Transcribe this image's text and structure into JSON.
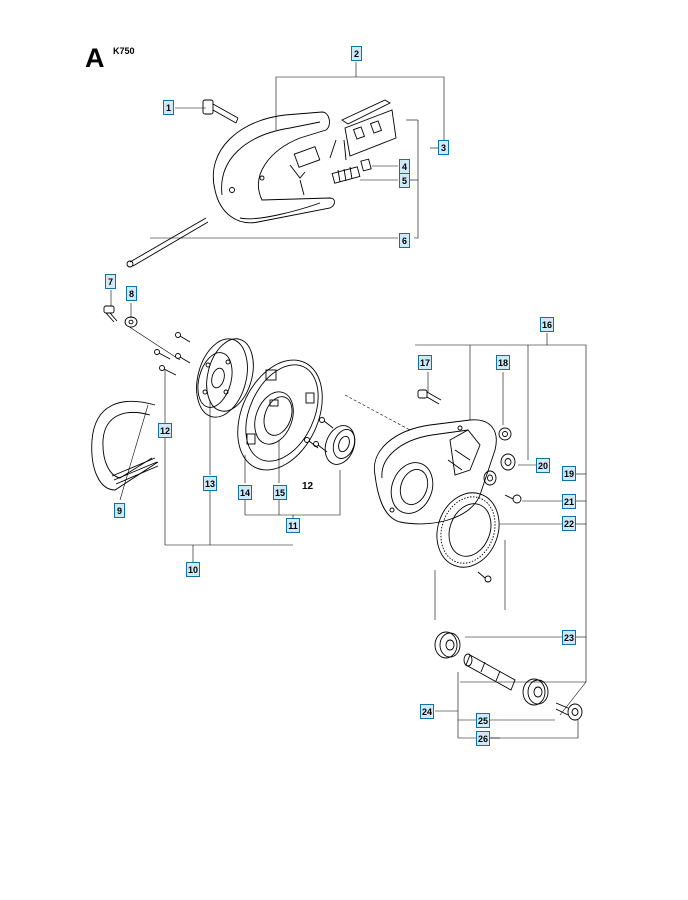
{
  "header": {
    "section": "A",
    "model": "K750"
  },
  "callouts": [
    {
      "n": "1"
    },
    {
      "n": "2"
    },
    {
      "n": "3"
    },
    {
      "n": "4"
    },
    {
      "n": "5"
    },
    {
      "n": "6"
    },
    {
      "n": "7"
    },
    {
      "n": "8"
    },
    {
      "n": "9"
    },
    {
      "n": "10"
    },
    {
      "n": "11"
    },
    {
      "n": "12"
    },
    {
      "n": "13"
    },
    {
      "n": "14"
    },
    {
      "n": "15"
    },
    {
      "n": "16"
    },
    {
      "n": "17"
    },
    {
      "n": "18"
    },
    {
      "n": "19"
    },
    {
      "n": "20"
    },
    {
      "n": "21"
    },
    {
      "n": "22"
    },
    {
      "n": "23"
    },
    {
      "n": "24"
    },
    {
      "n": "25"
    },
    {
      "n": "26"
    }
  ],
  "plain_label": "12"
}
